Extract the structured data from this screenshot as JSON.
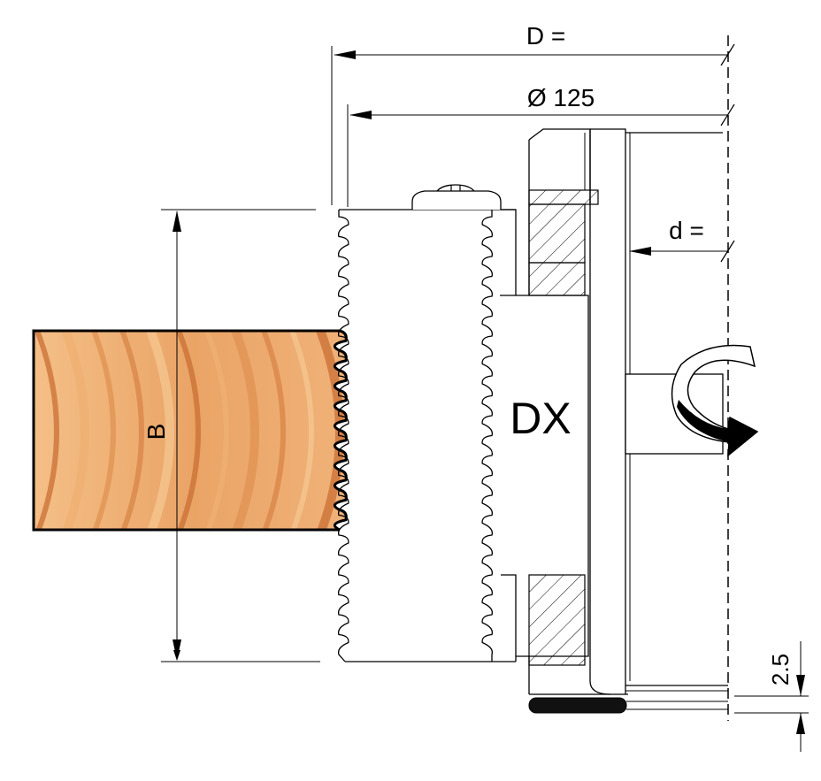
{
  "labels": {
    "outer_diameter": "D =",
    "body_diameter": "Ø 125",
    "bore": "d =",
    "height": "B",
    "rotation": "DX",
    "offset": "2.5"
  },
  "colors": {
    "line": "#000000",
    "wood_light": "#f2b57a",
    "wood_mid": "#e59a5b",
    "wood_dark": "#c9743a",
    "rotation_arrow": "#000000"
  }
}
